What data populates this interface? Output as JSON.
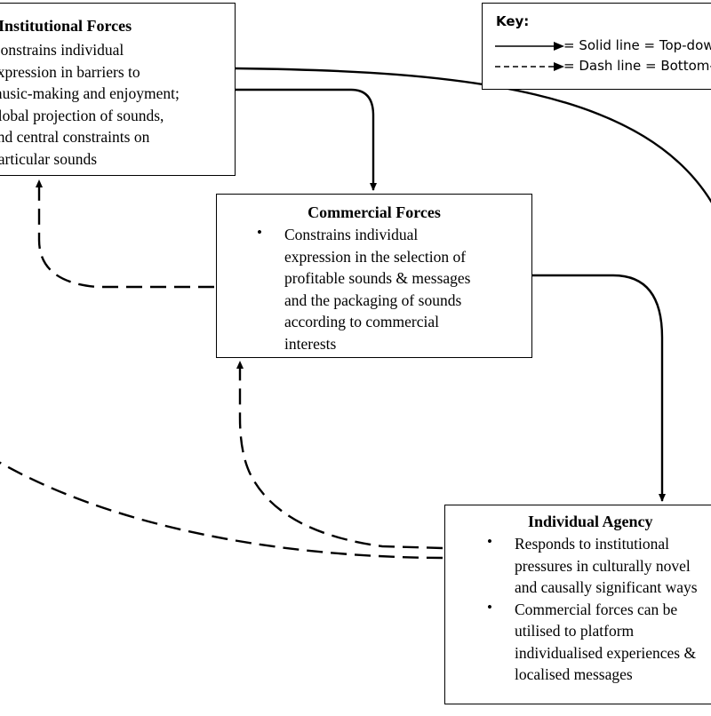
{
  "institutional": {
    "title": "Institutional Forces",
    "lines": [
      "Constrains individual",
      "expression in barriers to",
      "music-making and enjoyment;",
      "global projection of sounds,",
      "and central constraints on",
      "particular sounds"
    ]
  },
  "commercial": {
    "title": "Commercial Forces",
    "bullets": [
      [
        "Constrains individual",
        "expression in the selection of",
        "profitable sounds & messages",
        "and the packaging of sounds",
        "according to commercial",
        "interests"
      ]
    ]
  },
  "individual": {
    "title": "Individual Agency",
    "bullets": [
      [
        "Responds to institutional",
        "pressures in culturally novel",
        "and causally significant ways"
      ],
      [
        "Commercial forces can be",
        "utilised to platform",
        "individualised experiences &",
        "localised messages"
      ]
    ]
  },
  "key": {
    "title": "Key:",
    "solid": "= Solid line = Top-down",
    "dash": "= Dash line = Bottom-up"
  }
}
